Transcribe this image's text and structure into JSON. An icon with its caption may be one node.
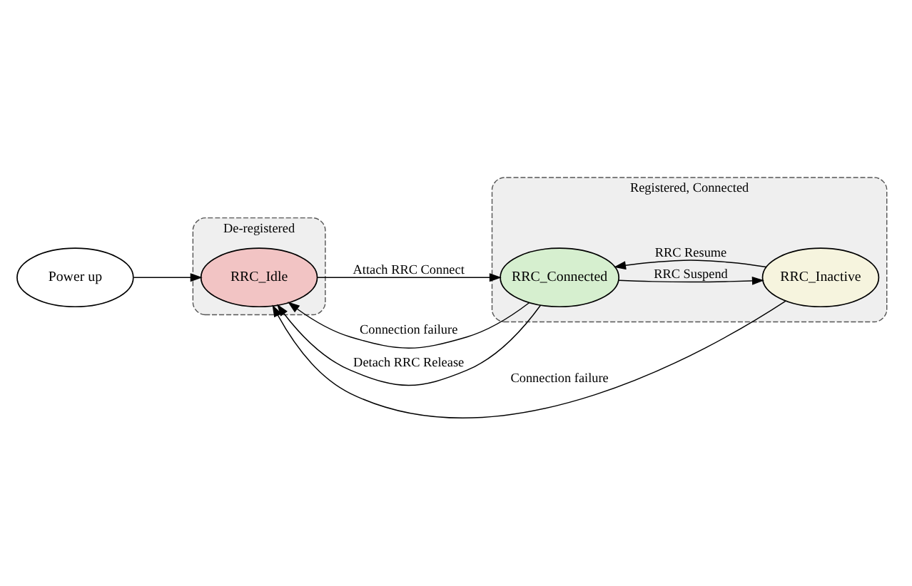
{
  "diagram": {
    "nodes": [
      {
        "text": [
          "Power up"
        ]
      },
      {
        "text": [
          "De-registered"
        ]
      },
      {
        "text": [
          "RRC_Idle"
        ],
        "in": 1
      },
      {
        "text": [
          "Registered, Connected"
        ]
      },
      {
        "text": [
          "RRC_Connected"
        ],
        "in": 3
      },
      {
        "text": [
          "RRC_Inactive"
        ],
        "in": 3
      }
    ],
    "edges": [
      {
        "from": 0,
        "to": 2,
        "arrow": "to"
      },
      {
        "from": 4,
        "to": 2,
        "label": "Connection failure",
        "arrow": "to"
      },
      {
        "from": 2,
        "to": 4,
        "label": "Attach RRC Connect",
        "arrow": "to"
      },
      {
        "from": 4,
        "to": 2,
        "label": "Detach RRC Release",
        "arrow": "to"
      },
      {
        "from": 4,
        "to": 5,
        "label": "RRC Suspend",
        "arrow": "to"
      },
      {
        "from": 5,
        "to": 4,
        "label": "RRC Resume",
        "arrow": "to"
      },
      {
        "from": 5,
        "to": 2,
        "label": "Connection failure",
        "arrow": "to"
      }
    ]
  }
}
